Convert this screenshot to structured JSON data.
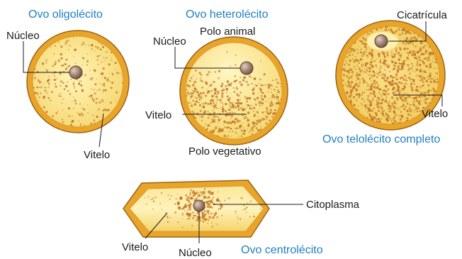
{
  "colors": {
    "shell": "#e9a52a",
    "shell_stroke": "#9a6418",
    "yolk_fill": "#f8df7e",
    "yolk_light": "#fff6c2",
    "granule": "#c47a2a",
    "nucleus": "#a08070",
    "title": "#1f7fc1",
    "label": "#1a1a1a"
  },
  "eggs": {
    "oligo": {
      "title": "Ovo oligolécito",
      "nucleus_label": "Núcleo",
      "vitelo_label": "Vitelo"
    },
    "hetero": {
      "title": "Ovo heterolécito",
      "nucleus_label": "Núcleo",
      "animal_pole_label": "Polo animal",
      "vitelo_label": "Vitelo",
      "vegetal_pole_label": "Polo vegetativo"
    },
    "telo": {
      "title": "Ovo telolécito completo",
      "cicatricula_label": "Cicatrícula",
      "vitelo_label": "Vitelo"
    },
    "centro": {
      "title": "Ovo centrolécito",
      "citoplasma_label": "Citoplasma",
      "vitelo_label": "Vitelo",
      "nucleus_label": "Núcleo"
    }
  }
}
